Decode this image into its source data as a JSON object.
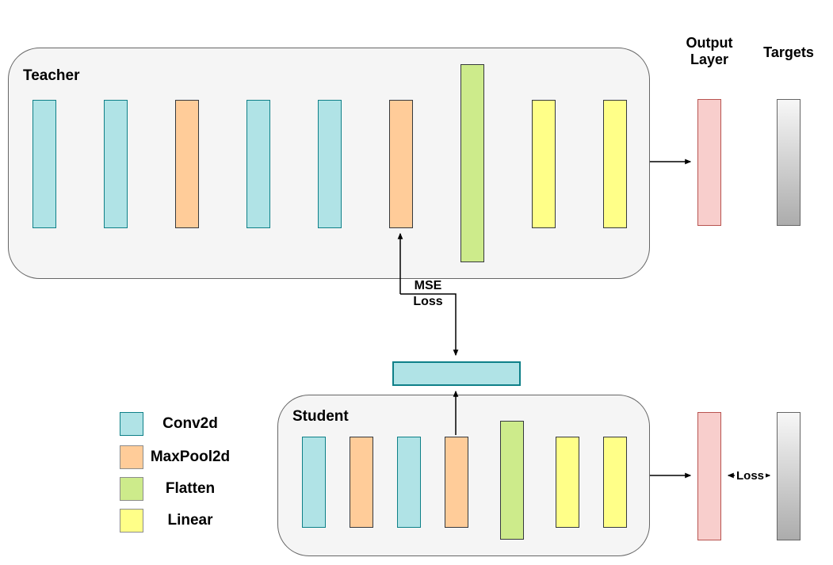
{
  "teacher": {
    "label": "Teacher",
    "layers": [
      "conv2d",
      "conv2d",
      "maxpool2d",
      "conv2d",
      "conv2d",
      "maxpool2d",
      "flatten",
      "linear",
      "linear"
    ]
  },
  "student": {
    "label": "Student",
    "layers": [
      "conv2d",
      "maxpool2d",
      "conv2d",
      "maxpool2d",
      "flatten",
      "linear",
      "linear"
    ]
  },
  "labels": {
    "output_layer_line1": "Output",
    "output_layer_line2": "Layer",
    "targets": "Targets",
    "mse_line1": "MSE",
    "mse_line2": "Loss",
    "loss": "Loss"
  },
  "legend": {
    "items": [
      {
        "id": "conv2d",
        "label": "Conv2d"
      },
      {
        "id": "maxpool2d",
        "label": "MaxPool2d"
      },
      {
        "id": "flatten",
        "label": "Flatten"
      },
      {
        "id": "linear",
        "label": "Linear"
      }
    ]
  },
  "colors": {
    "conv2d_fill": "#B0E3E6",
    "conv2d_stroke": "#0E8088",
    "maxpool2d_fill": "#FFCC99",
    "maxpool2d_stroke": "#36393D",
    "flatten_fill": "#CDEB8B",
    "flatten_stroke": "#36393D",
    "linear_fill": "#FFFF88",
    "linear_stroke": "#36393D",
    "output_fill": "#F8CECC",
    "output_stroke": "#B85450",
    "targets_gradient_top": "#F7F7F7",
    "targets_gradient_bottom": "#ACACAC",
    "box_fill": "#F5F5F5",
    "box_stroke": "#666666",
    "arrow": "#000000"
  }
}
